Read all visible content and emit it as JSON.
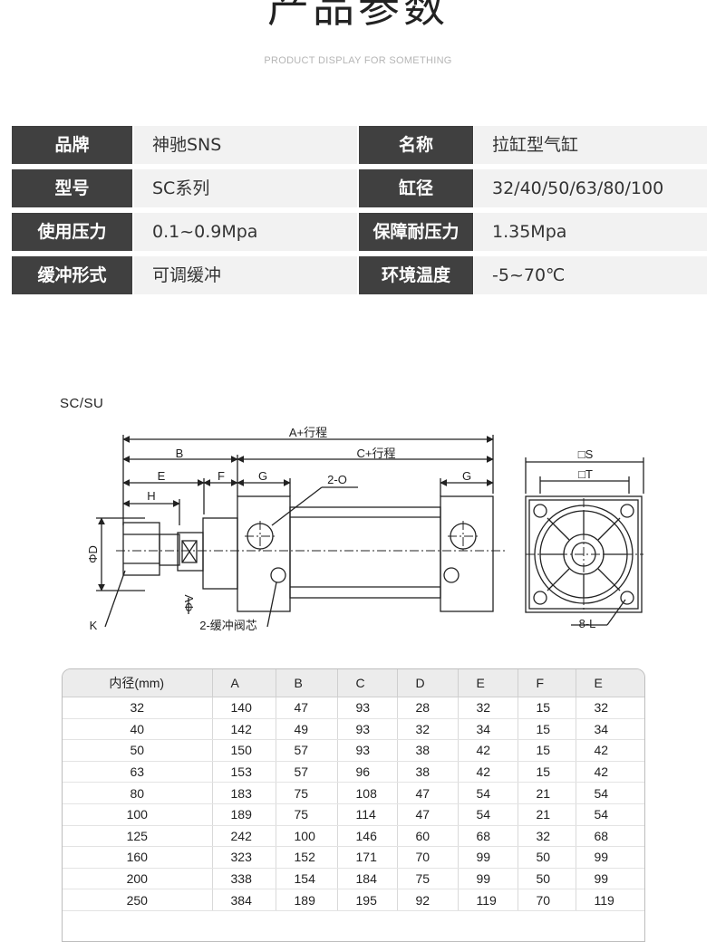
{
  "header": {
    "title": "产品参数",
    "subtitle": "PRODUCT DISPLAY FOR SOMETHING"
  },
  "specs": [
    {
      "label1": "品牌",
      "value1": "神驰SNS",
      "label2": "名称",
      "value2": "拉缸型气缸"
    },
    {
      "label1": "型号",
      "value1": "SC系列",
      "label2": "缸径",
      "value2": "32/40/50/63/80/100"
    },
    {
      "label1": "使用压力",
      "value1": "0.1~0.9Mpa",
      "label2": "保障耐压力",
      "value2": "1.35Mpa"
    },
    {
      "label1": "缓冲形式",
      "value1": "可调缓冲",
      "label2": "环境温度",
      "value2": "-5~70℃"
    }
  ],
  "drawing": {
    "series": "SC/SU",
    "labels": {
      "a": "A+行程",
      "b": "B",
      "c": "C+行程",
      "e": "E",
      "f": "F",
      "g1": "G",
      "o": "2-O",
      "g2": "G",
      "h": "H",
      "d": "ΦD",
      "v": "ΦV",
      "k": "K",
      "valve": "2-缓冲阀芯",
      "s": "□S",
      "t": "□T",
      "l": "8-L"
    }
  },
  "table": {
    "headers": [
      "内径(mm)",
      "A",
      "B",
      "C",
      "D",
      "E",
      "F",
      "E"
    ],
    "rows": [
      [
        "32",
        "140",
        "47",
        "93",
        "28",
        "32",
        "15",
        "32"
      ],
      [
        "40",
        "142",
        "49",
        "93",
        "32",
        "34",
        "15",
        "34"
      ],
      [
        "50",
        "150",
        "57",
        "93",
        "38",
        "42",
        "15",
        "42"
      ],
      [
        "63",
        "153",
        "57",
        "96",
        "38",
        "42",
        "15",
        "42"
      ],
      [
        "80",
        "183",
        "75",
        "108",
        "47",
        "54",
        "21",
        "54"
      ],
      [
        "100",
        "189",
        "75",
        "114",
        "47",
        "54",
        "21",
        "54"
      ],
      [
        "125",
        "242",
        "100",
        "146",
        "60",
        "68",
        "32",
        "68"
      ],
      [
        "160",
        "323",
        "152",
        "171",
        "70",
        "99",
        "50",
        "99"
      ],
      [
        "200",
        "338",
        "154",
        "184",
        "75",
        "99",
        "50",
        "99"
      ],
      [
        "250",
        "384",
        "189",
        "195",
        "92",
        "119",
        "70",
        "119"
      ]
    ]
  }
}
